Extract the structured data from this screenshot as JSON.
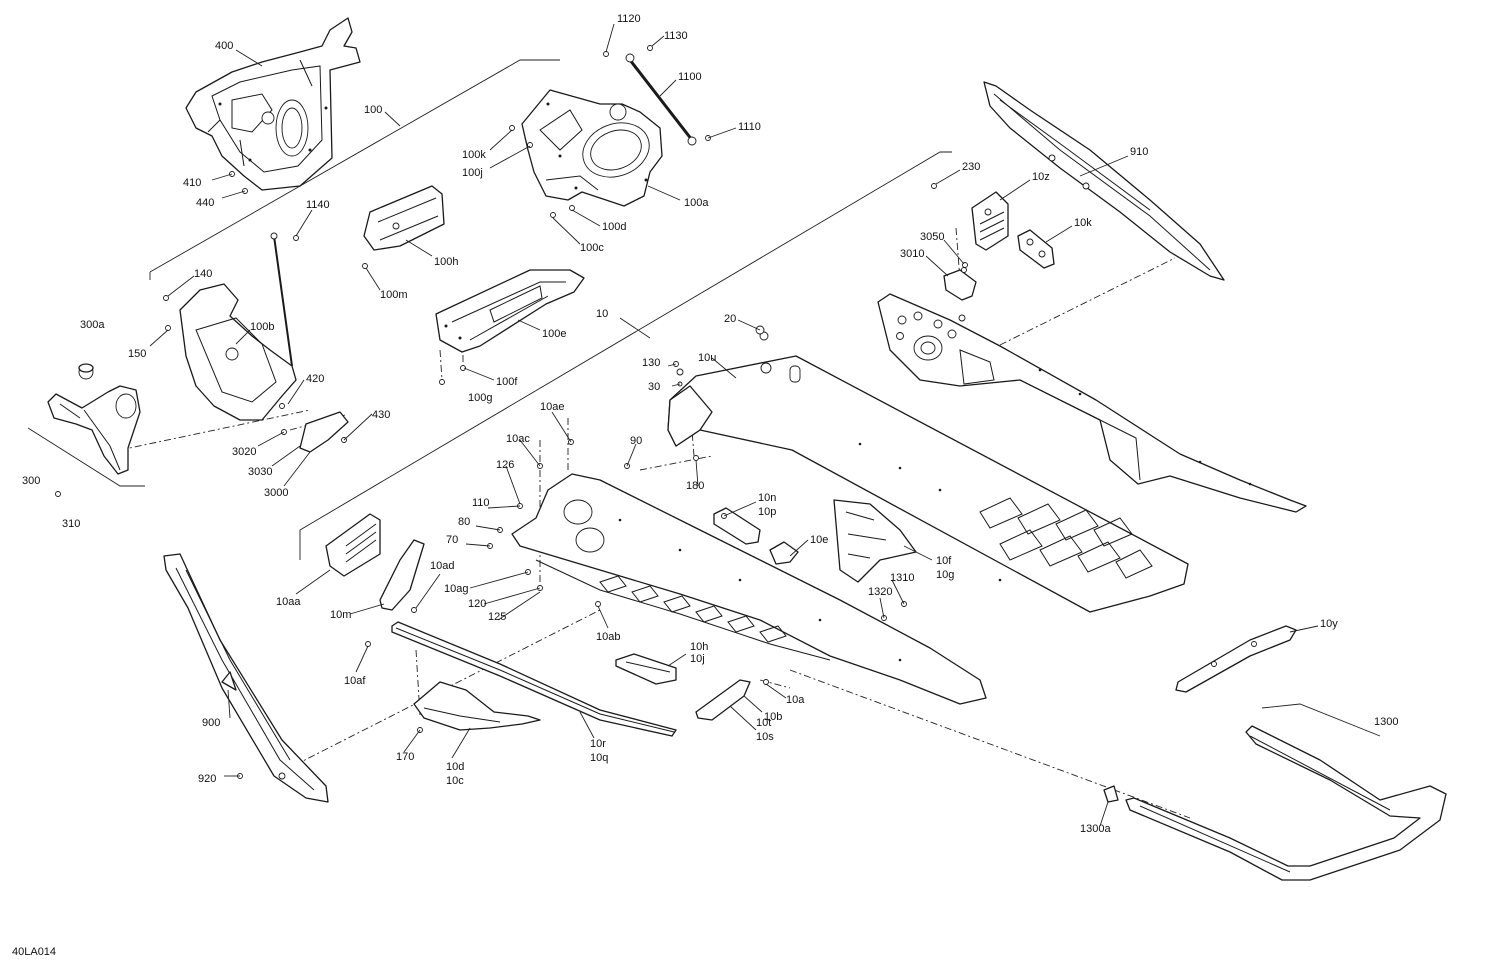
{
  "diagram_code": "40LA014",
  "labels": {
    "l400": "400",
    "l100": "100",
    "l410": "410",
    "l440": "440",
    "l1120": "1120",
    "l1130": "1130",
    "l1100": "1100",
    "l1110": "1110",
    "l100k": "100k",
    "l100j": "100j",
    "l100a": "100a",
    "l100d": "100d",
    "l100c": "100c",
    "l910": "910",
    "l230": "230",
    "l10z": "10z",
    "l10k": "10k",
    "l3050": "3050",
    "l3010": "3010",
    "l1140": "1140",
    "l100h": "100h",
    "l100m": "100m",
    "l140": "140",
    "l300a": "300a",
    "l100b": "100b",
    "l150": "150",
    "l100e": "100e",
    "l10": "10",
    "l20": "20",
    "l130": "130",
    "l10u": "10u",
    "l30": "30",
    "l100f": "100f",
    "l100g": "100g",
    "l420": "420",
    "l430": "430",
    "l3020": "3020",
    "l3030": "3030",
    "l3000": "3000",
    "l300": "300",
    "l310": "310",
    "l10ae": "10ae",
    "l10ac": "10ac",
    "l90": "90",
    "l126": "126",
    "l180": "180",
    "l110": "110",
    "l10n": "10n",
    "l10p": "10p",
    "l80": "80",
    "l10e": "10e",
    "l70": "70",
    "l10ad": "10ad",
    "l10f": "10f",
    "l10g": "10g",
    "l10ag": "10ag",
    "l1310": "1310",
    "l1320": "1320",
    "l120": "120",
    "l125": "125",
    "l10aa": "10aa",
    "l10m": "10m",
    "l10ab": "10ab",
    "l10y": "10y",
    "l10h": "10h",
    "l10j": "10j",
    "l10af": "10af",
    "l10a": "10a",
    "l10b": "10b",
    "l10t": "10t",
    "l10s": "10s",
    "l900": "900",
    "l1300": "1300",
    "l170": "170",
    "l10d": "10d",
    "l10c": "10c",
    "l10r": "10r",
    "l10q": "10q",
    "l920": "920",
    "l1300a": "1300a"
  }
}
